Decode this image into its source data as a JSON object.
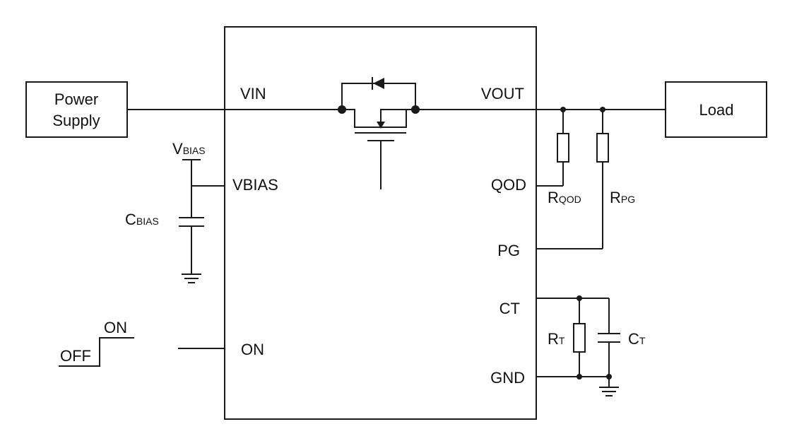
{
  "blocks": {
    "power_supply": [
      "Power",
      "Supply"
    ],
    "load": "Load"
  },
  "pins": {
    "vin": "VIN",
    "vout": "VOUT",
    "vbias": "VBIAS",
    "qod": "QOD",
    "pg": "PG",
    "ct": "CT",
    "gnd": "GND",
    "on": "ON"
  },
  "components": {
    "vbias_source": {
      "main": "V",
      "sub": "BIAS"
    },
    "c_bias": {
      "main": "C",
      "sub": "BIAS"
    },
    "r_qod": {
      "main": "R",
      "sub": "QOD"
    },
    "r_pg": {
      "main": "R",
      "sub": "PG"
    },
    "r_t": {
      "main": "R",
      "sub": "T"
    },
    "c_t": {
      "main": "C",
      "sub": "T"
    }
  },
  "on_signal": {
    "high_label": "ON",
    "low_label": "OFF"
  }
}
